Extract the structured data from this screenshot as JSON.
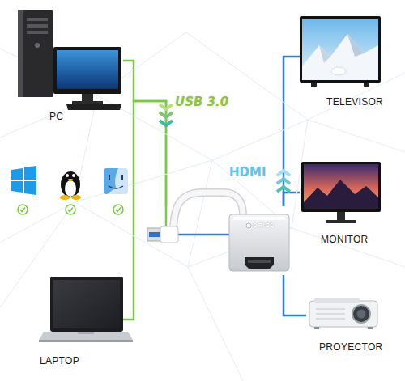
{
  "diagram": {
    "nodes": [
      {
        "text": [
          "PC"
        ]
      },
      {
        "text": [
          "TELEVISOR"
        ]
      },
      {
        "text": [
          "MONITOR"
        ]
      },
      {
        "text": [
          "ORICO"
        ]
      },
      {
        "text": [
          "LAPTOP"
        ]
      },
      {
        "text": [
          "PROYECTOR"
        ]
      }
    ],
    "edges": [
      {
        "from": 0,
        "to": 3,
        "arrow": "none"
      },
      {
        "from": 4,
        "to": 3,
        "arrow": "none"
      },
      {
        "from": 3,
        "to": 1,
        "arrow": "none"
      },
      {
        "from": 3,
        "to": 2,
        "arrow": "none"
      },
      {
        "from": 3,
        "to": 5,
        "arrow": "none"
      }
    ],
    "labels": [
      "USB 3.0",
      "HDMI"
    ]
  }
}
